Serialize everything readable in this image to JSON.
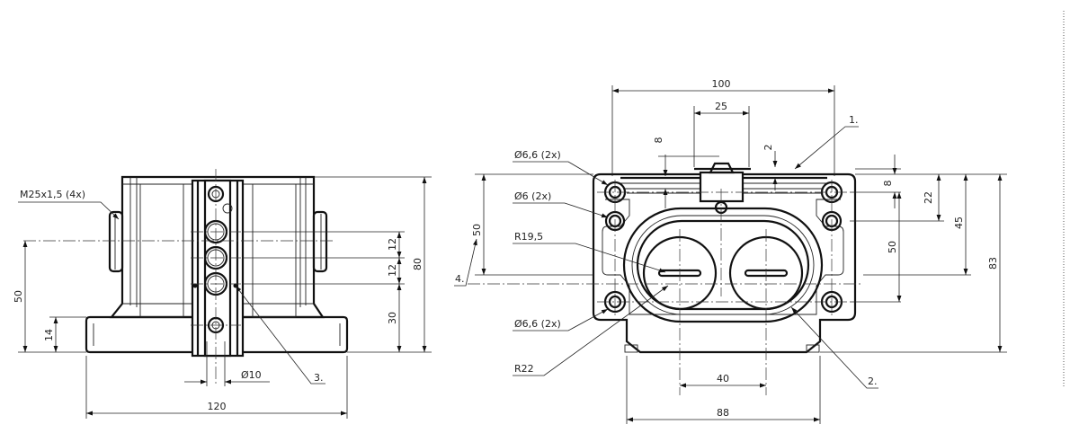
{
  "front_view": {
    "thread_callout": "M25x1,5 (4x)",
    "dim_height_50": "50",
    "dim_height_14": "14",
    "dim_width_120": "120",
    "dim_12_upper": "12",
    "dim_12_lower": "12",
    "dim_30": "30",
    "dim_80": "80",
    "dim_dia_10": "Ø10",
    "callout_3": "3."
  },
  "top_view": {
    "dim_100": "100",
    "dim_25": "25",
    "dim_8_top": "8",
    "dim_2": "2",
    "callout_1": "1.",
    "hole_callout_upper": "Ø6,6 (2x)",
    "hole_callout_mid": "Ø6 (2x)",
    "hole_callout_lower": "Ø6,6 (2x)",
    "radius_19_5": "R19,5",
    "radius_22": "R22",
    "dim_50_left": "50",
    "callout_4": "4.",
    "dim_8_right": "8",
    "dim_22": "22",
    "dim_45": "45",
    "dim_50_right": "50",
    "dim_83": "83",
    "dim_40": "40",
    "dim_88": "88",
    "callout_2": "2."
  }
}
